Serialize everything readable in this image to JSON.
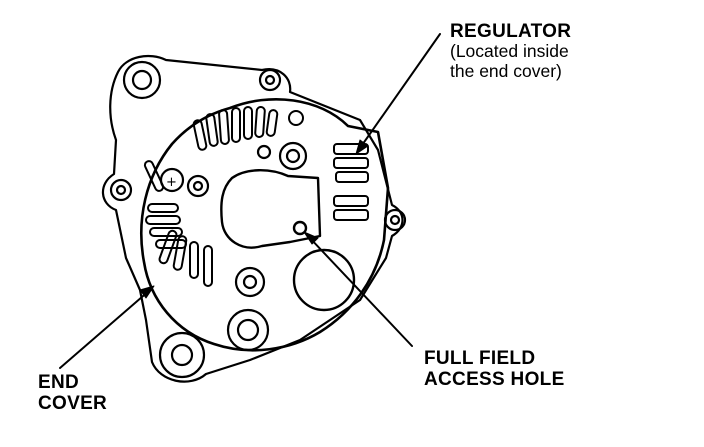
{
  "labels": {
    "regulator": {
      "title": "REGULATOR",
      "note_line1": "(Located inside",
      "note_line2": "the end cover)"
    },
    "full_field": {
      "line1": "FULL FIELD",
      "line2": "ACCESS HOLE"
    },
    "end_cover": {
      "line1": "END",
      "line2": "COVER"
    }
  },
  "colors": {
    "ink": "#000000",
    "paper": "#ffffff"
  }
}
